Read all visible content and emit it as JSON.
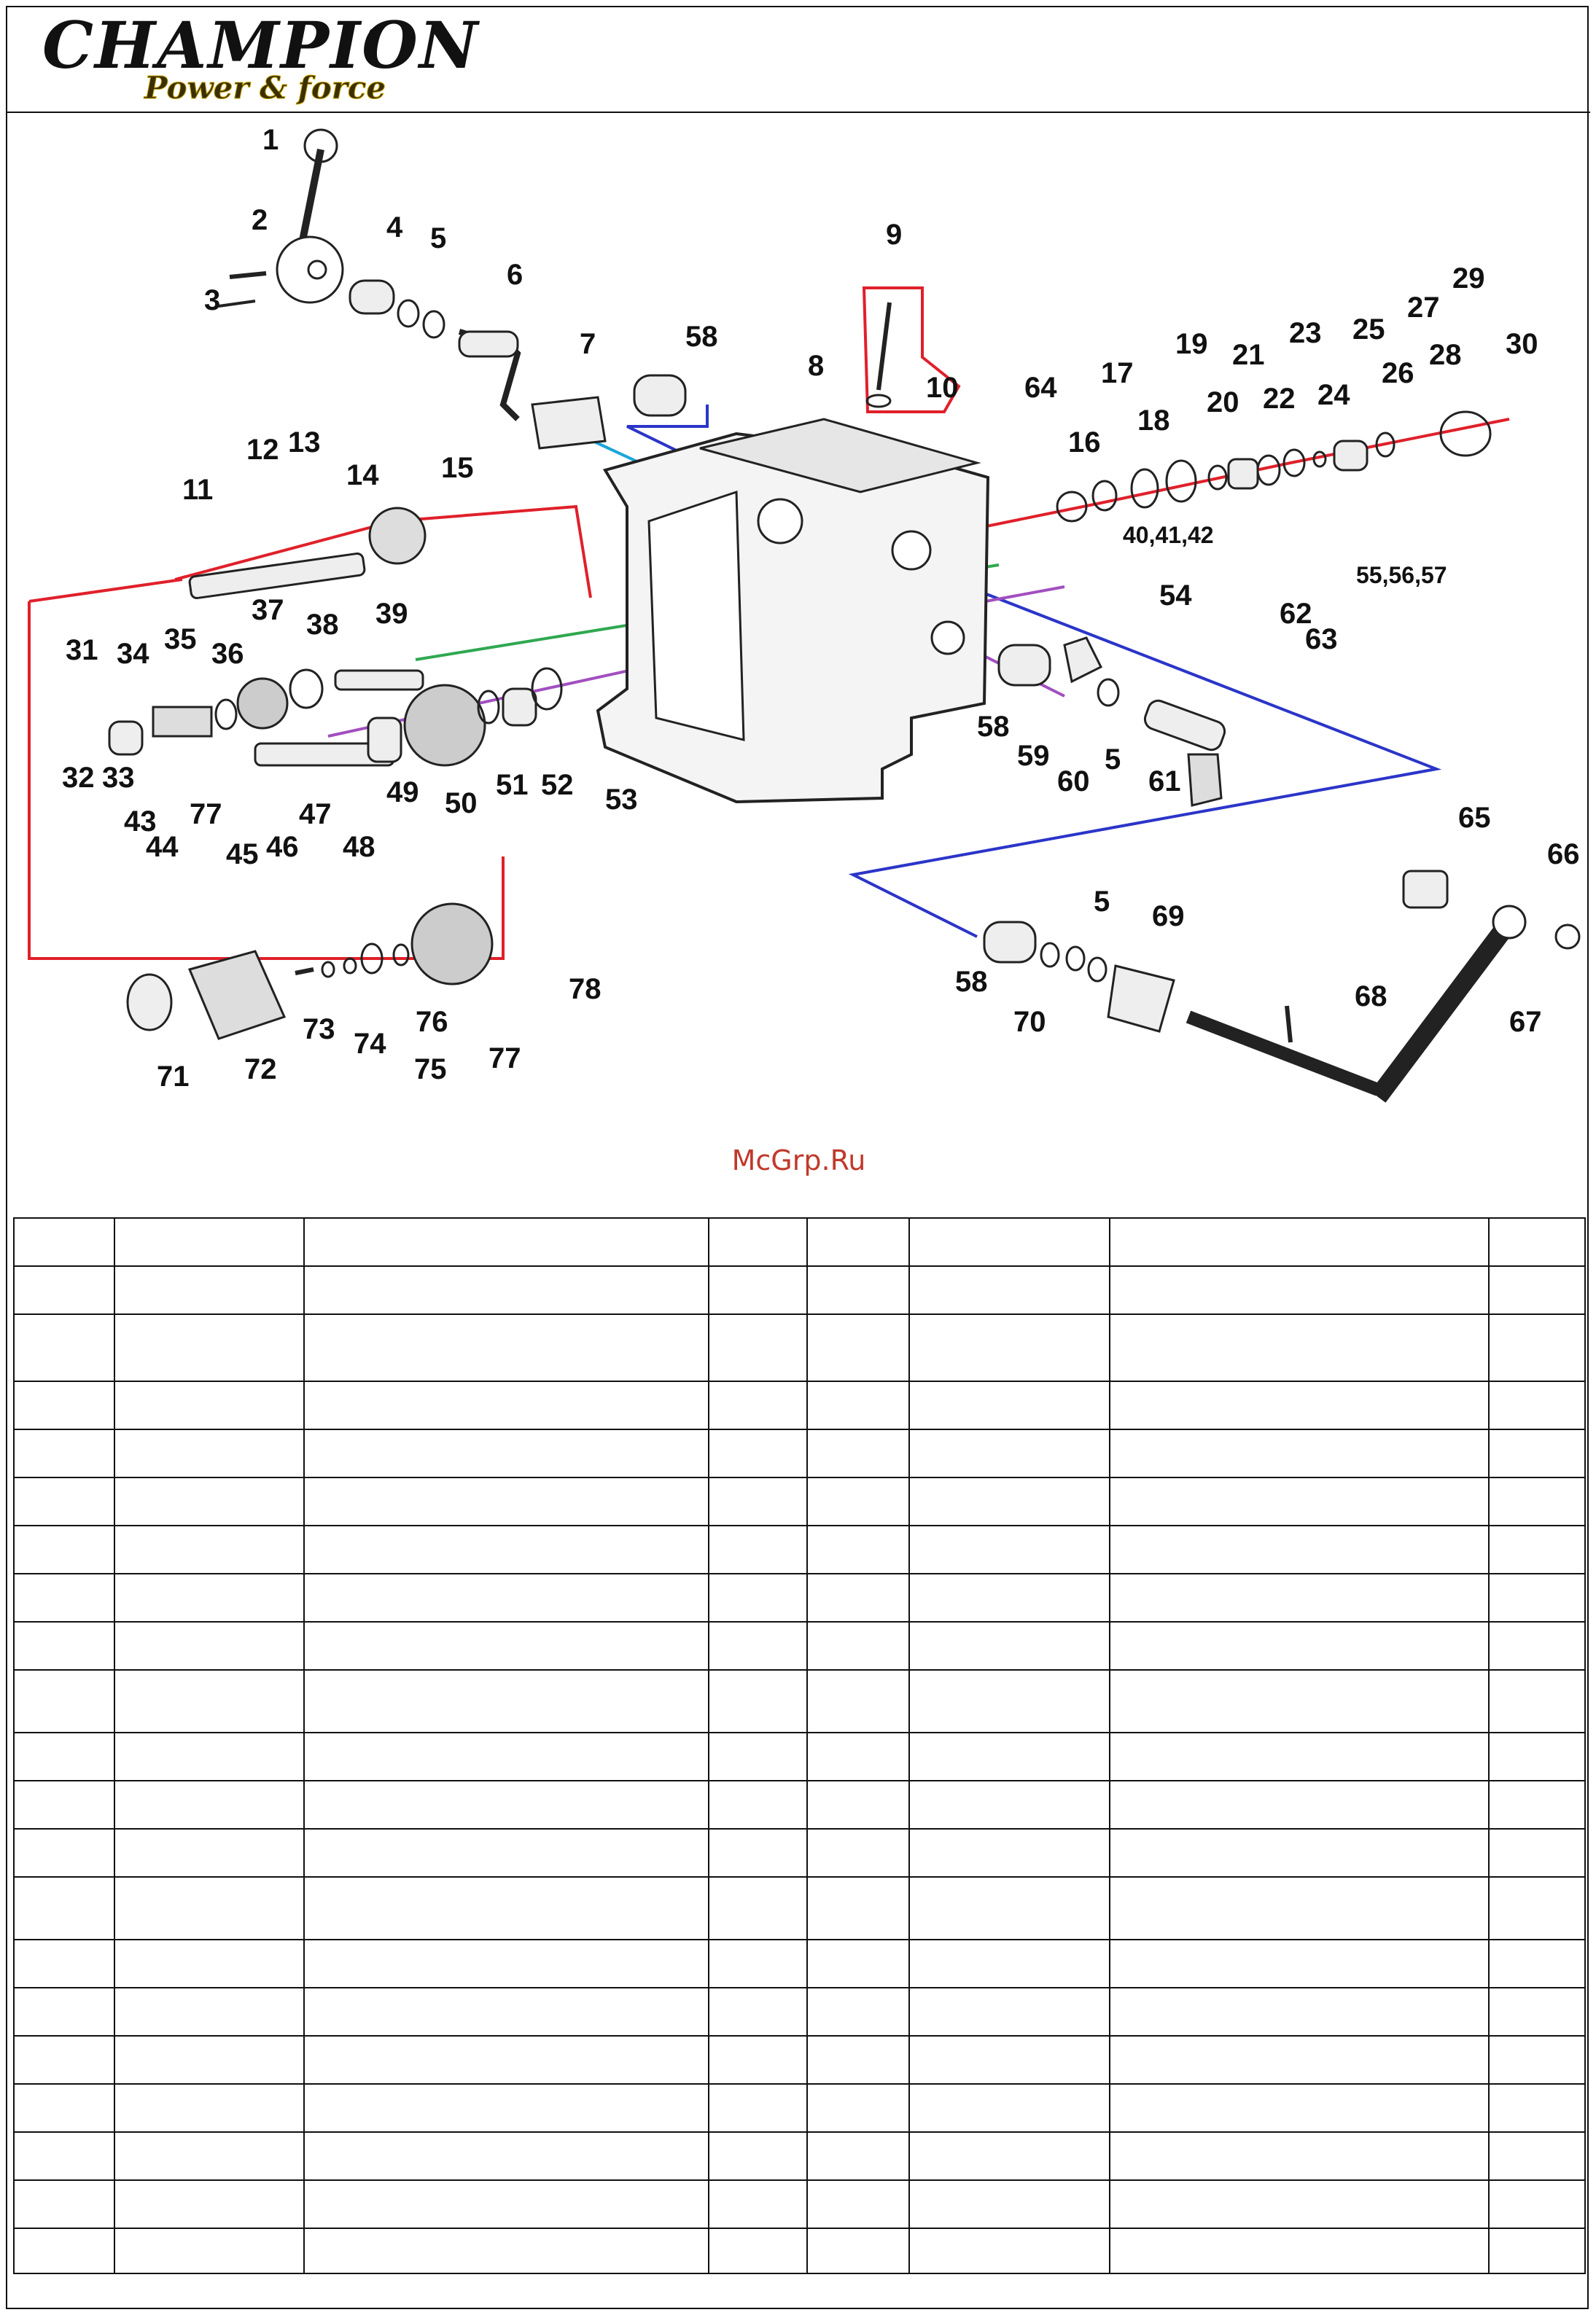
{
  "brand": {
    "name": "CHAMPION",
    "registered": "®",
    "tagline": "Power & force"
  },
  "watermark": "McGrp.Ru",
  "colors": {
    "red": "#e0202a",
    "blue": "#2b35c9",
    "green": "#2fa84f",
    "purple": "#a14fc0",
    "cyan": "#1aa6d9"
  },
  "callouts": [
    "1",
    "2",
    "3",
    "4",
    "5",
    "6",
    "7",
    "58",
    "8",
    "9",
    "10",
    "64",
    "16",
    "17",
    "18",
    "19",
    "20",
    "21",
    "22",
    "23",
    "24",
    "25",
    "26",
    "27",
    "28",
    "29",
    "30",
    "40,41,42",
    "55,56,57",
    "54",
    "62",
    "63",
    "11",
    "12",
    "13",
    "14",
    "15",
    "31",
    "34",
    "35",
    "36",
    "37",
    "38",
    "39",
    "32",
    "33",
    "43",
    "44",
    "77",
    "45",
    "46",
    "47",
    "48",
    "49",
    "50",
    "51",
    "52",
    "53",
    "58",
    "59",
    "60",
    "5",
    "61",
    "65",
    "66",
    "67",
    "68",
    "69",
    "5",
    "58",
    "70",
    "71",
    "72",
    "73",
    "74",
    "75",
    "76",
    "77",
    "78"
  ],
  "table": {
    "rows": 21,
    "columns": 8
  }
}
